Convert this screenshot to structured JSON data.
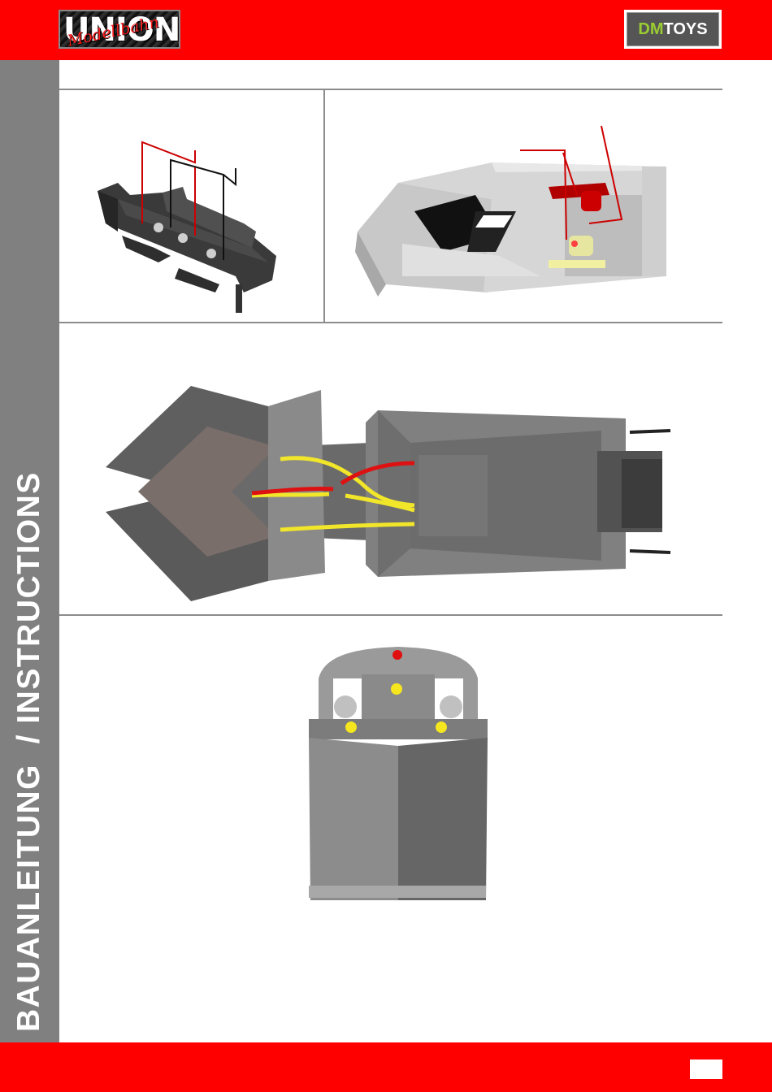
{
  "header": {
    "brand_left": {
      "word": "UNION",
      "script": "Modellbahn"
    },
    "brand_right": {
      "dm": "DM",
      "toys": "TOYS"
    },
    "colors": {
      "header_red": "#ff0000",
      "sidebar_gray": "#808080",
      "dm_green": "#9acd32"
    }
  },
  "sidebar": {
    "title": "BAUANLEITUNG  / INSTRUCTIONS"
  },
  "figures": [
    {
      "name": "chassis-figure",
      "icon": "locomotive-chassis-illustration"
    },
    {
      "name": "body-interior-figure",
      "icon": "locomotive-body-interior-illustration"
    },
    {
      "name": "wiring-figure",
      "icon": "wiring-diagram-illustration"
    },
    {
      "name": "front-view-figure",
      "icon": "locomotive-front-view-illustration"
    }
  ],
  "footer": {
    "page_number": ""
  }
}
